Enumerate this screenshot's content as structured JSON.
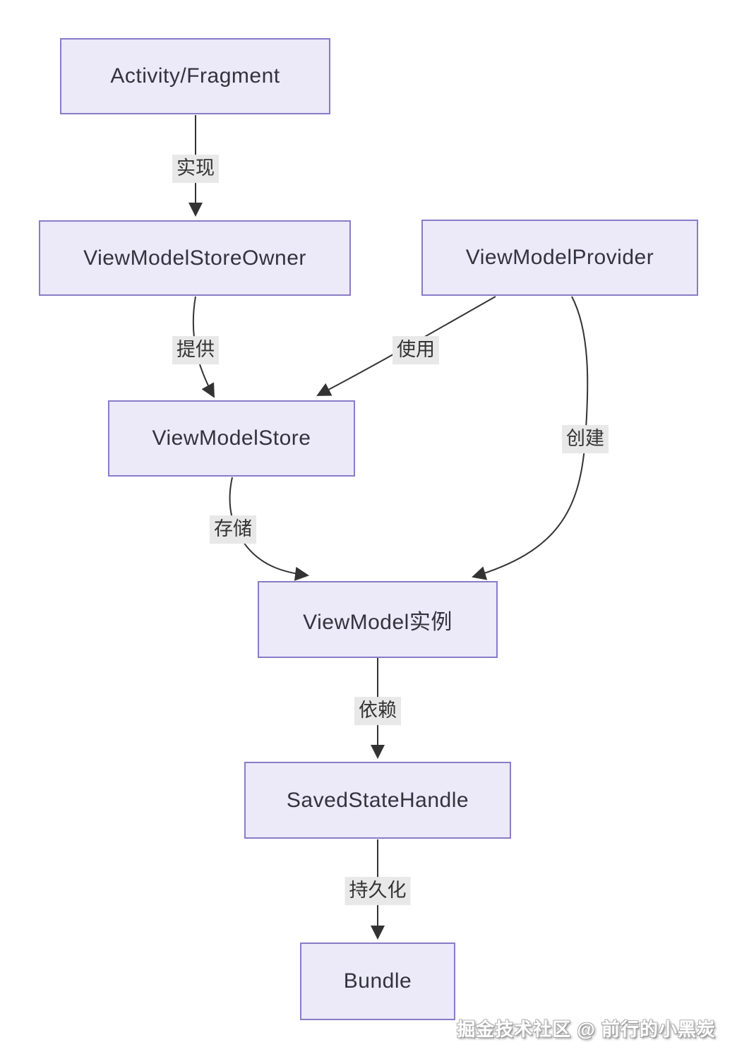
{
  "diagram": {
    "type": "flowchart",
    "nodes": [
      {
        "id": "activity-fragment",
        "label": "Activity/Fragment"
      },
      {
        "id": "viewmodelstoreowner",
        "label": "ViewModelStoreOwner"
      },
      {
        "id": "viewmodelprovider",
        "label": "ViewModelProvider"
      },
      {
        "id": "viewmodelstore",
        "label": "ViewModelStore"
      },
      {
        "id": "viewmodel-instance",
        "label": "ViewModel实例"
      },
      {
        "id": "savedstatehandle",
        "label": "SavedStateHandle"
      },
      {
        "id": "bundle",
        "label": "Bundle"
      }
    ],
    "edges": [
      {
        "from": "Activity/Fragment",
        "to": "ViewModelStoreOwner",
        "label": "实现"
      },
      {
        "from": "ViewModelStoreOwner",
        "to": "ViewModelStore",
        "label": "提供"
      },
      {
        "from": "ViewModelProvider",
        "to": "ViewModelStore",
        "label": "使用"
      },
      {
        "from": "ViewModelProvider",
        "to": "ViewModel实例",
        "label": "创建"
      },
      {
        "from": "ViewModelStore",
        "to": "ViewModel实例",
        "label": "存储"
      },
      {
        "from": "ViewModel实例",
        "to": "SavedStateHandle",
        "label": "依赖"
      },
      {
        "from": "SavedStateHandle",
        "to": "Bundle",
        "label": "持久化"
      }
    ],
    "colors": {
      "node_fill": "#ECE9F9",
      "node_border": "#8A7BC8",
      "node_text": "#33333D",
      "edge_stroke": "#333333",
      "edge_label_bg": "#E8E8E8",
      "background": "#FFFFFF"
    },
    "watermark": "掘金技术社区 @ 前行的小黑炭"
  }
}
